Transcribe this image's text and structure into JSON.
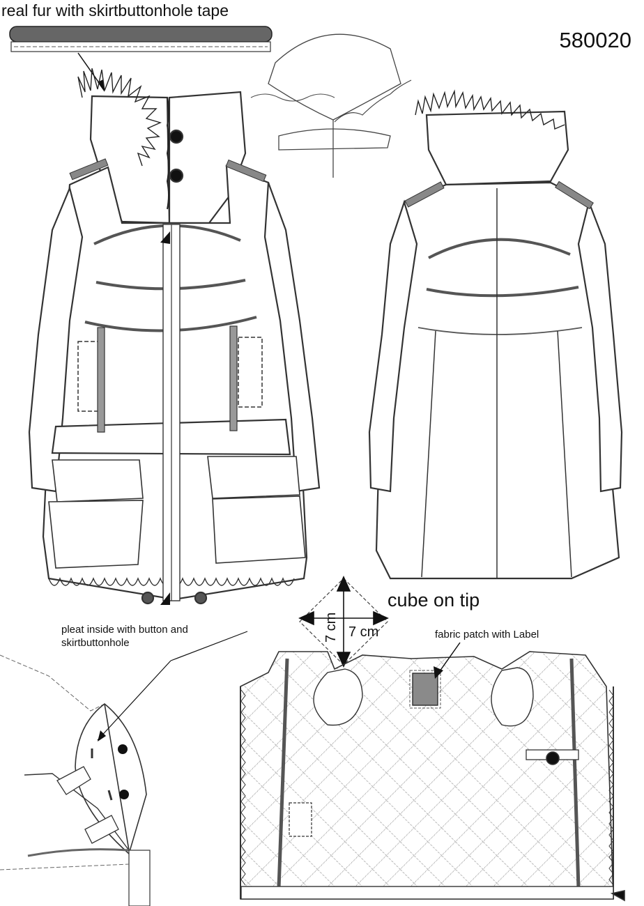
{
  "labels": {
    "fur_tape": "real fur with skirtbuttonhole tape",
    "style_number": "580020",
    "cube_on_tip": "cube on tip",
    "dim_horizontal": "7 cm",
    "dim_vertical": "7 cm",
    "pleat_note": "pleat inside with button and skirtbuttonhole",
    "patch_note": "fabric patch with Label"
  },
  "colors": {
    "line": "#333333",
    "tape": "#666666",
    "patch": "#8a8a8a"
  }
}
